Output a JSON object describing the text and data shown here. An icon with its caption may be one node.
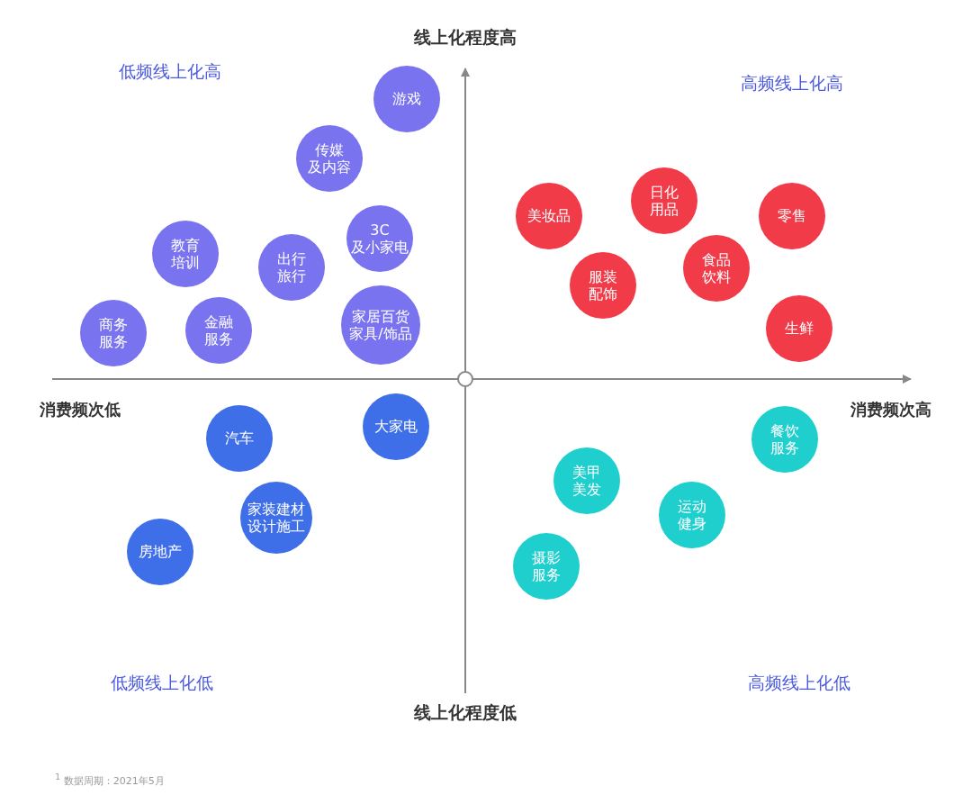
{
  "diagram": {
    "nodes": [
      {
        "text": [
          "游戏"
        ]
      },
      {
        "text": [
          "传媒及内容"
        ]
      },
      {
        "text": [
          "3C及小家电"
        ]
      },
      {
        "text": [
          "教育培训"
        ]
      },
      {
        "text": [
          "出行旅行"
        ]
      },
      {
        "text": [
          "商务服务"
        ]
      },
      {
        "text": [
          "金融服务"
        ]
      },
      {
        "text": [
          "家居百货家具/饰品"
        ]
      },
      {
        "text": [
          "美妆品"
        ]
      },
      {
        "text": [
          "日化用品"
        ]
      },
      {
        "text": [
          "零售"
        ]
      },
      {
        "text": [
          "服装配饰"
        ]
      },
      {
        "text": [
          "食品饮料"
        ]
      },
      {
        "text": [
          "生鲜"
        ]
      },
      {
        "text": [
          "大家电"
        ]
      },
      {
        "text": [
          "汽车"
        ]
      },
      {
        "text": [
          "家装建材设计施工"
        ]
      },
      {
        "text": [
          "房地产"
        ]
      },
      {
        "text": [
          "餐饮服务"
        ]
      },
      {
        "text": [
          "美甲美发"
        ]
      },
      {
        "text": [
          "运动健身"
        ]
      },
      {
        "text": [
          "摄影服务"
        ]
      }
    ],
    "labels": [
      "线上化程度高",
      "低频线上化高",
      "高频线上化高",
      "消费频次低",
      "消费频次高",
      "低频线上化低",
      "高频线上化低",
      "线上化程度低",
      "$^{1}$ 数据周期：2021年5月"
    ]
  }
}
